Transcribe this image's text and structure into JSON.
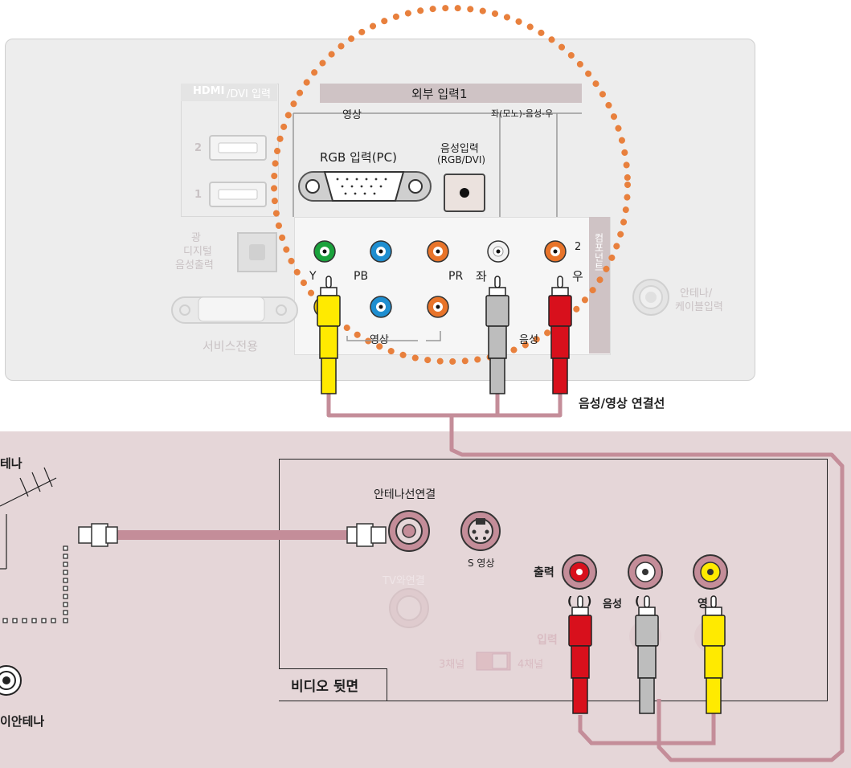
{
  "tv": {
    "hdmi_brand": "HDMI",
    "hdmi_title_suffix": "/DVI 입력",
    "hdmi_port_1": "2",
    "hdmi_port_2": "1",
    "optical_line1": "광",
    "optical_line2": "디지털",
    "optical_line3": "음성출력",
    "service_label": "서비스전용",
    "antenna_line1": "안테나/",
    "antenna_line2": "케이블입력",
    "ext_input_title": "외부 입력1",
    "video_label": "영상",
    "audio_label": "좌(모노)-음성-우",
    "rgb_label": "RGB 입력(PC)",
    "audio_in_line1": "음성입력",
    "audio_in_line2": "(RGB/DVI)",
    "component_y": "Y",
    "component_pb": "PB",
    "component_pr": "PR",
    "left_label": "좌",
    "right_label": "우",
    "port_two": "2",
    "video_lower": "영상",
    "audio_lower": "음성",
    "side_label": "컴포넌트",
    "cable_label": "음성/영상 연결선"
  },
  "left_side": {
    "antenna_partial": "테나",
    "cable_antenna_partial": "이안테나"
  },
  "vcr": {
    "antenna_connect": "안테나선연결",
    "s_video": "S 영상",
    "tv_connect": "TV와연결",
    "output_label": "출력",
    "audio_label": "음성",
    "video_partial": "영",
    "left_mark": "(",
    "right_mark": ")",
    "right_mark2": "(",
    "input_label": "입력",
    "ch3_label": "3채널",
    "ch4_label": "4채널",
    "caption": "비디오 뒷면"
  },
  "colors": {
    "cable": "#c48d99",
    "dots": "#e8803d",
    "yellow_plug": "#ffea00",
    "red_plug": "#d8101c",
    "gray_plug": "#bdbdbd",
    "green_jack": "#1aa23c",
    "blue_jack": "#1e8ed0",
    "orange_jack": "#e8742a"
  }
}
